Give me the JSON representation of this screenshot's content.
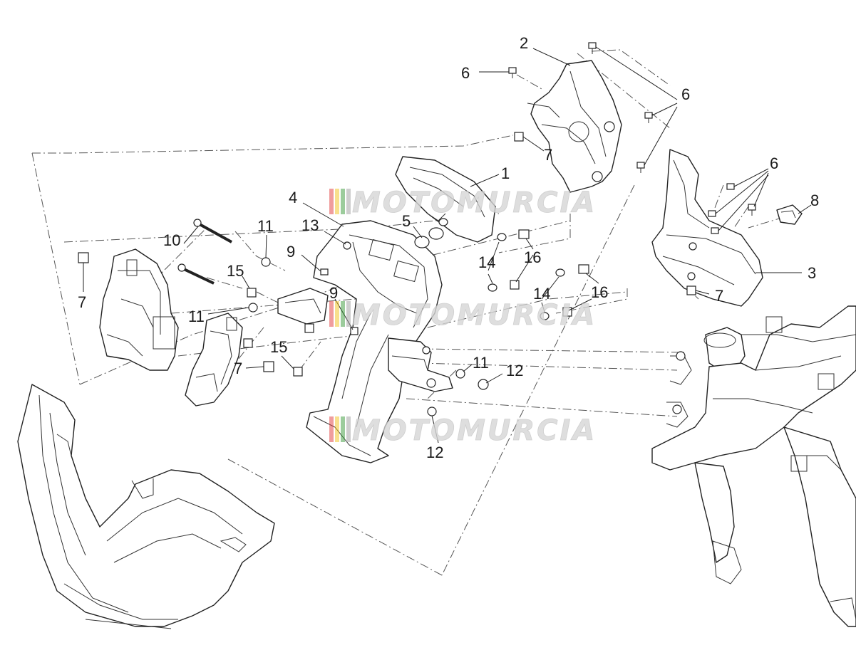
{
  "watermark": {
    "text": "MOTOMURCIA",
    "stripe_colors": [
      "#e23b3b",
      "#f2c21b",
      "#3a9a3a",
      "#9e9e9e"
    ]
  },
  "callouts": [
    {
      "id": "c1",
      "label": "1"
    },
    {
      "id": "c2",
      "label": "2"
    },
    {
      "id": "c3",
      "label": "3"
    },
    {
      "id": "c4",
      "label": "4"
    },
    {
      "id": "c5",
      "label": "5"
    },
    {
      "id": "c6a",
      "label": "6"
    },
    {
      "id": "c6b",
      "label": "6"
    },
    {
      "id": "c6c",
      "label": "6"
    },
    {
      "id": "c7a",
      "label": "7"
    },
    {
      "id": "c7b",
      "label": "7"
    },
    {
      "id": "c7c",
      "label": "7"
    },
    {
      "id": "c7d",
      "label": "7"
    },
    {
      "id": "c8",
      "label": "8"
    },
    {
      "id": "c9a",
      "label": "9"
    },
    {
      "id": "c9b",
      "label": "9"
    },
    {
      "id": "c10",
      "label": "10"
    },
    {
      "id": "c11a",
      "label": "11"
    },
    {
      "id": "c11b",
      "label": "11"
    },
    {
      "id": "c11c",
      "label": "11"
    },
    {
      "id": "c12a",
      "label": "12"
    },
    {
      "id": "c12b",
      "label": "12"
    },
    {
      "id": "c13",
      "label": "13"
    },
    {
      "id": "c14a",
      "label": "14"
    },
    {
      "id": "c14b",
      "label": "14"
    },
    {
      "id": "c15a",
      "label": "15"
    },
    {
      "id": "c15b",
      "label": "15"
    },
    {
      "id": "c16a",
      "label": "16"
    },
    {
      "id": "c16b",
      "label": "16"
    }
  ]
}
